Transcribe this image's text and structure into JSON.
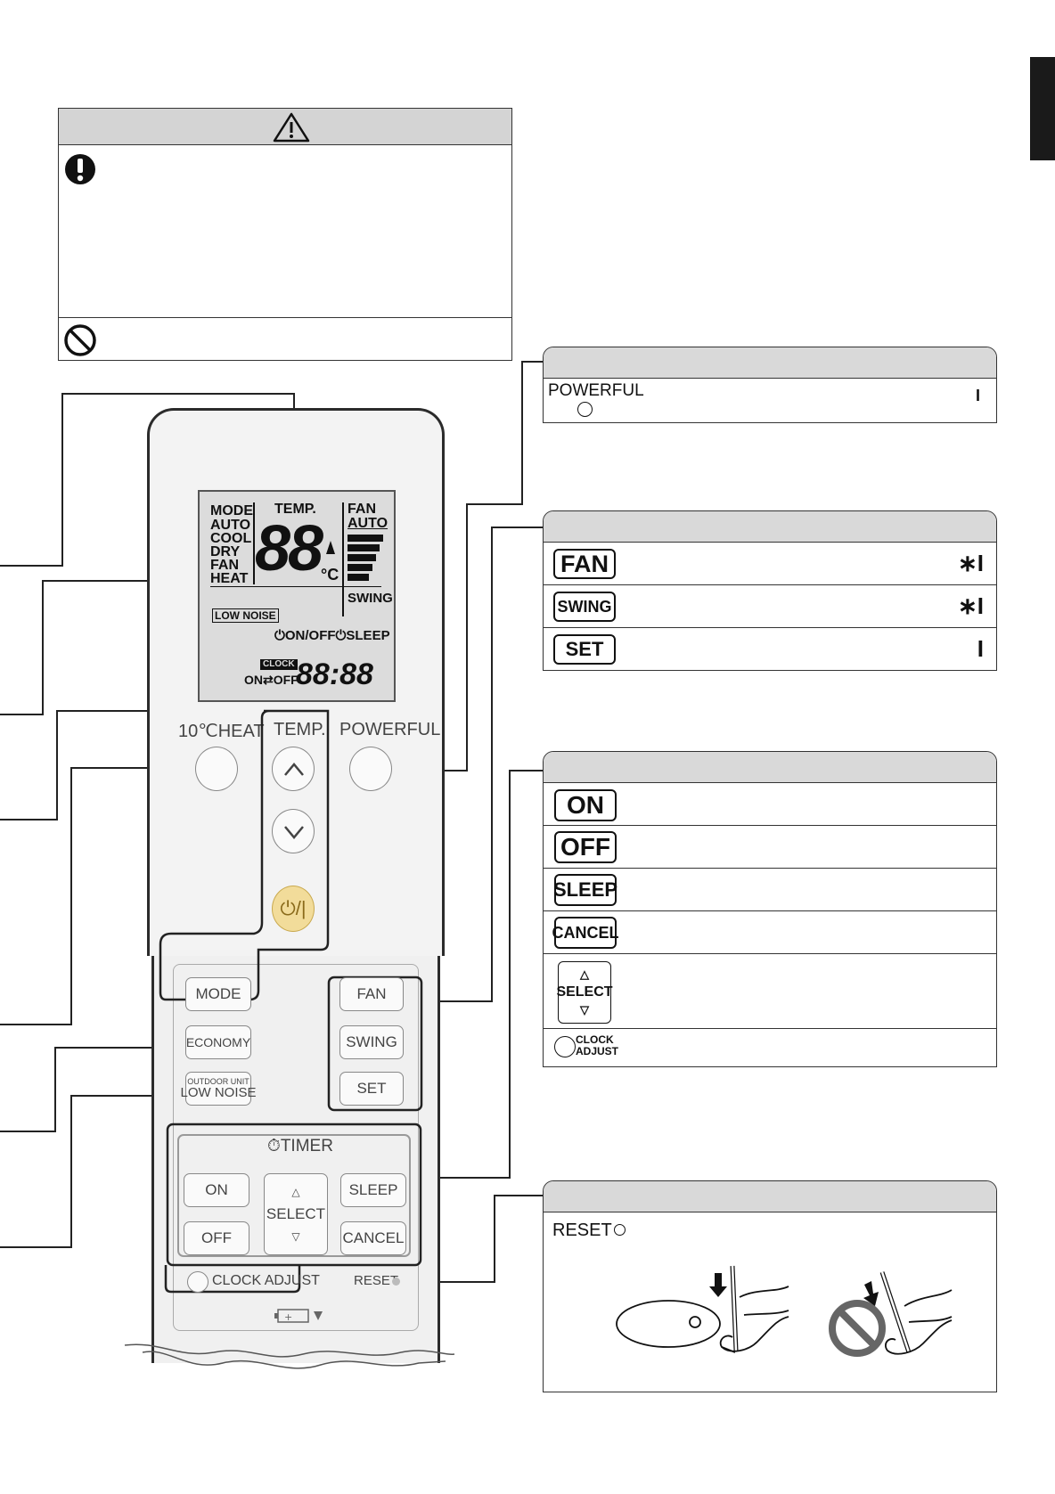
{
  "remote": {
    "lcd": {
      "mode": "MODE",
      "auto": "AUTO",
      "cool": "COOL",
      "dry": "DRY",
      "fan": "FAN",
      "heat": "HEAT",
      "temp": "TEMP.",
      "digits": "88",
      "unit": "°C",
      "fan_header": "FAN",
      "fan_auto": "AUTO",
      "low_noise": "LOW NOISE",
      "swing": "SWING",
      "onoff_sleep": "⏻ON/OFF⏻SLEEP",
      "clock_badge": "CLOCK",
      "on_off": "ON⇄OFF",
      "time": "88:88"
    },
    "labels": {
      "heat10": "10℃HEAT",
      "temp": "TEMP.",
      "powerful": "POWERFUL",
      "power_symbol": "⏻/|",
      "timer": "TIMER",
      "clock_adjust": "CLOCK ADJUST",
      "reset": "RESET"
    },
    "buttons": {
      "mode": "MODE",
      "economy": "ECONOMY",
      "outdoor_unit": "OUTDOOR UNIT",
      "low_noise": "LOW NOISE",
      "fan": "FAN",
      "swing": "SWING",
      "set": "SET",
      "on": "ON",
      "off": "OFF",
      "select": "SELECT",
      "sleep": "SLEEP",
      "cancel": "CANCEL"
    }
  },
  "panel_powerful": {
    "key": "POWERFUL",
    "marker": "I"
  },
  "panel_fan": {
    "rows": [
      {
        "key": "FAN",
        "marker": "∗I"
      },
      {
        "key": "SWING",
        "marker": "∗I"
      },
      {
        "key": "SET",
        "marker": "I"
      }
    ]
  },
  "panel_timer": {
    "keys": [
      "ON",
      "OFF",
      "SLEEP",
      "CANCEL"
    ],
    "select": "SELECT",
    "clock_adjust_1": "CLOCK",
    "clock_adjust_2": "ADJUST"
  },
  "panel_reset": {
    "label": "RESET"
  },
  "colors": {
    "power_button": "#f2dc9a",
    "header_gray": "#d9d9d9",
    "lcd_bg": "#dcdcdc"
  }
}
